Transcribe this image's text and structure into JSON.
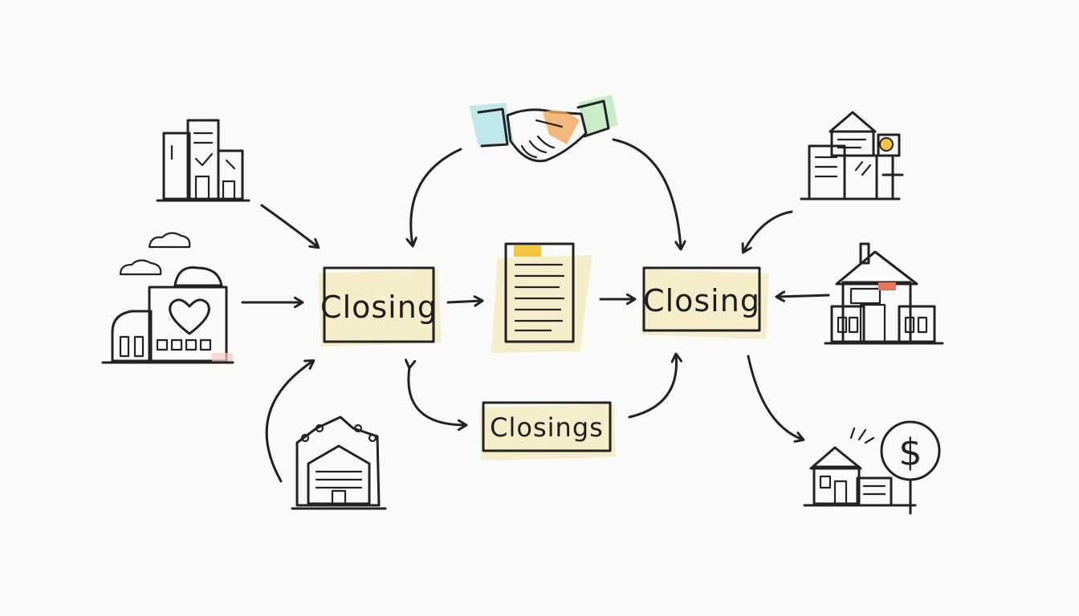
{
  "diagram": {
    "nodes": [
      {
        "id": "closing-left",
        "label": "Closing"
      },
      {
        "id": "closing-right",
        "label": "Closing"
      },
      {
        "id": "closings",
        "label": "Closings"
      }
    ]
  },
  "icons": [
    "office-buildings-icon",
    "heart-building-icon",
    "bank-building-icon",
    "handshake-icon",
    "contract-document-icon",
    "property-signs-icon",
    "house-icon",
    "house-dollar-icon"
  ],
  "colors": {
    "ink": "#222222",
    "highlight_yellow": "#f2e3a6",
    "peach": "#f6c9a8",
    "mint": "#bfe8d6",
    "light_blue": "#cfe7f2",
    "green": "#a9dba8",
    "orange": "#f2a860"
  }
}
